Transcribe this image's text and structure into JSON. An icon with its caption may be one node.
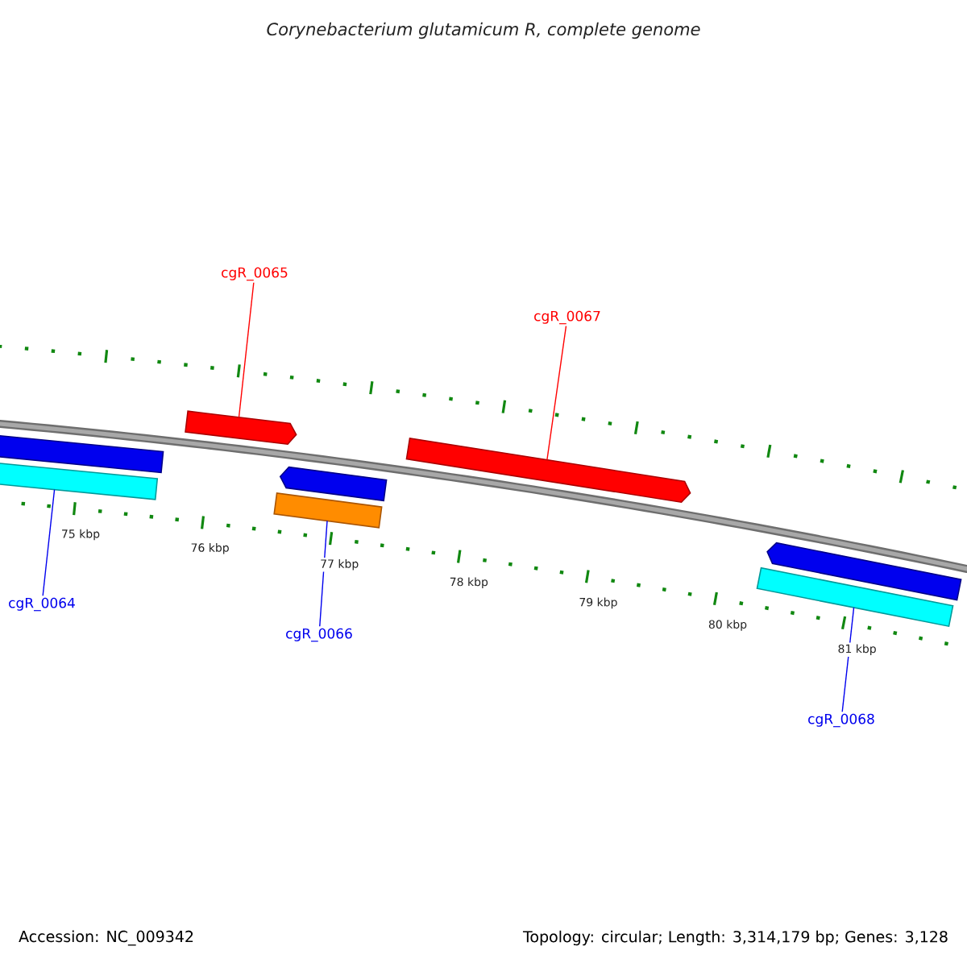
{
  "diagram": {
    "title": "Corynebacterium glutamicum R, complete genome",
    "nodes": [
      {
        "text": [
          "cgR_0065"
        ]
      },
      {
        "text": [
          "cgR_0067"
        ]
      },
      {
        "text": [],
        "shape": "arrow"
      },
      {
        "text": [],
        "shape": "arrow"
      },
      {
        "text": [],
        "shape": "bar"
      },
      {
        "text": [],
        "shape": "bar"
      },
      {
        "text": [],
        "shape": "arrow"
      },
      {
        "text": [],
        "shape": "bar"
      },
      {
        "text": [],
        "shape": "arrow"
      },
      {
        "text": [],
        "shape": "bar"
      },
      {
        "text": [
          "cgR_0064"
        ]
      },
      {
        "text": [
          "cgR_0066"
        ]
      },
      {
        "text": [
          "cgR_0068"
        ]
      }
    ],
    "edges": [
      {
        "from": 0,
        "to": 2,
        "arrow": "none",
        "color": "#ff0000"
      },
      {
        "from": 1,
        "to": 3,
        "arrow": "none",
        "color": "#ff0000"
      },
      {
        "from": 10,
        "to": 5,
        "arrow": "none"
      },
      {
        "from": 11,
        "to": 7,
        "arrow": "none"
      },
      {
        "from": 12,
        "to": 9,
        "arrow": "none"
      }
    ],
    "labels": [
      "75 kbp",
      "76 kbp",
      "77 kbp",
      "78 kbp",
      "79 kbp",
      "80 kbp",
      "81 kbp",
      "Accession: NC_009342",
      "Topology: circular; Length: 3,314,179 bp; Genes: 3,128"
    ]
  }
}
